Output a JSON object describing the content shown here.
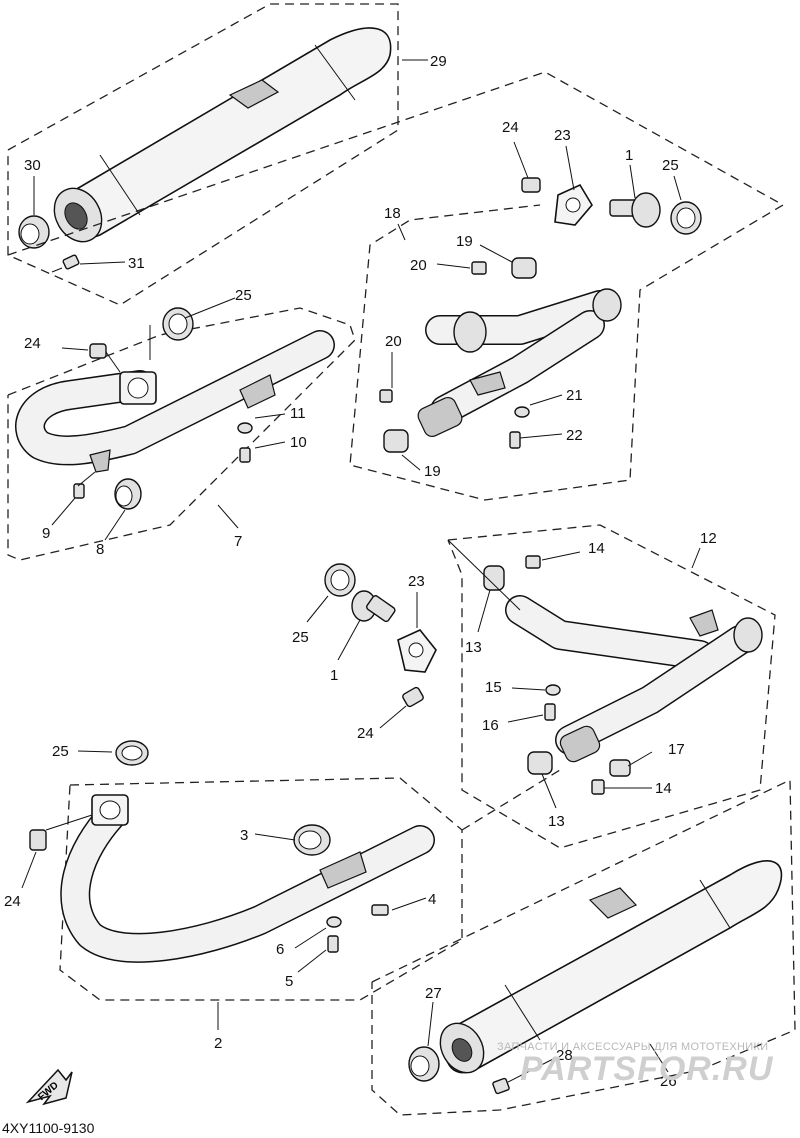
{
  "diagram": {
    "drawing_code": "4XY1100-9130",
    "fwd_badge": "FWD",
    "watermark": {
      "line1": "ЗАПЧАСТИ И АКСЕССУАРЫ ДЛЯ МОТОТЕХНИКИ",
      "brand": "PARTSFOR.RU"
    },
    "callouts": {
      "c29": "29",
      "c30": "30",
      "c31": "31",
      "c24a": "24",
      "c25a": "25",
      "c7": "7",
      "c8": "8",
      "c9": "9",
      "c10": "10",
      "c11": "11",
      "c18": "18",
      "c19a": "19",
      "c19b": "19",
      "c20a": "20",
      "c20b": "20",
      "c21": "21",
      "c22": "22",
      "c23a": "23",
      "c24b": "24",
      "c1a": "1",
      "c25b": "25",
      "c12": "12",
      "c13a": "13",
      "c13b": "13",
      "c14a": "14",
      "c14b": "14",
      "c15": "15",
      "c16": "16",
      "c17": "17",
      "c25c": "25",
      "c1b": "1",
      "c23b": "23",
      "c24c": "24",
      "c25d": "25",
      "c24d": "24",
      "c3": "3",
      "c4": "4",
      "c5": "5",
      "c6": "6",
      "c2": "2",
      "c27": "27",
      "c28": "28",
      "c26": "26"
    }
  }
}
